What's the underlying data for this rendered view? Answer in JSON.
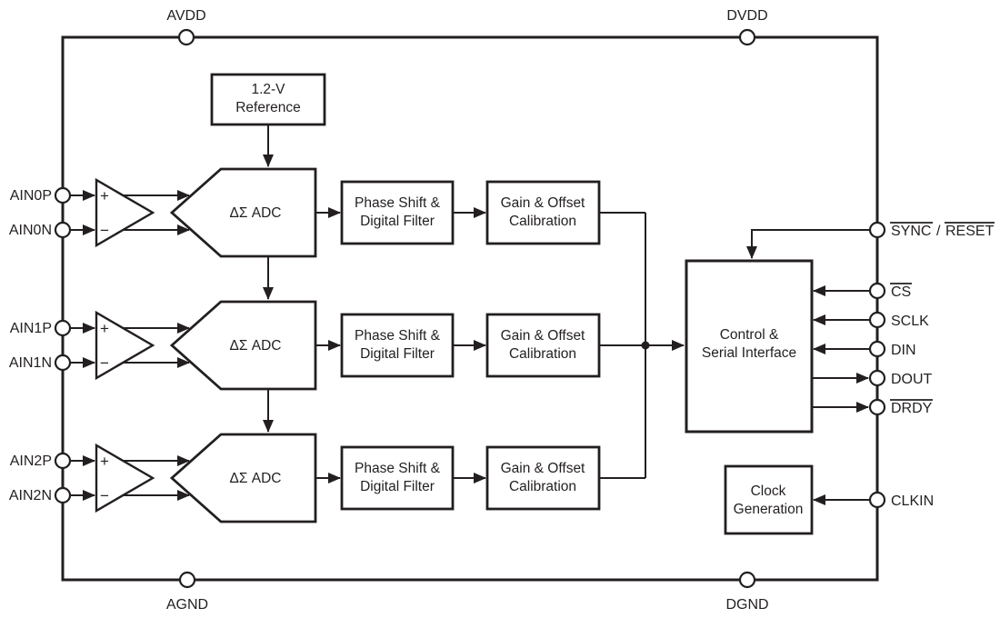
{
  "page": {
    "background": "#ffffff",
    "ink_color": "#231f20",
    "description": "Delta-sigma ADC functional block diagram"
  },
  "power_pins": {
    "avdd": "AVDD",
    "dvdd": "DVDD",
    "agnd": "AGND",
    "dgnd": "DGND"
  },
  "analog_input_pins": {
    "ain0p": "AIN0P",
    "ain0n": "AIN0N",
    "ain1p": "AIN1P",
    "ain1n": "AIN1N",
    "ain2p": "AIN2P",
    "ain2n": "AIN2N"
  },
  "amplifier": {
    "plus": "+",
    "minus": "−"
  },
  "blocks": {
    "reference": {
      "line1": "1.2-V",
      "line2": "Reference"
    },
    "adc": {
      "label": "ΔΣ ADC"
    },
    "phase_filter": {
      "line1": "Phase Shift &",
      "line2": "Digital Filter"
    },
    "gain_offset": {
      "line1": "Gain & Offset",
      "line2": "Calibration"
    },
    "control": {
      "line1": "Control &",
      "line2": "Serial Interface"
    },
    "clock": {
      "line1": "Clock",
      "line2": "Generation"
    }
  },
  "digital_pins": {
    "sync": "SYNC",
    "sync_separator": "/",
    "reset": "RESET",
    "cs": "CS",
    "sclk": "SCLK",
    "din": "DIN",
    "dout": "DOUT",
    "drdy": "DRDY",
    "clkin": "CLKIN"
  }
}
